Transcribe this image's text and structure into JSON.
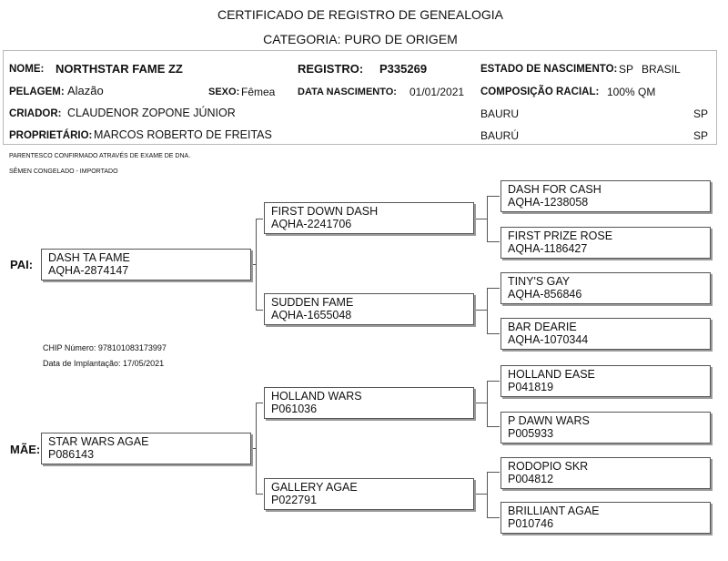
{
  "header": {
    "title": "CERTIFICADO DE REGISTRO DE GENEALOGIA",
    "category": "CATEGORIA: PURO DE ORIGEM"
  },
  "info": {
    "nome_label": "NOME:",
    "nome": "NORTHSTAR FAME ZZ",
    "registro_label": "REGISTRO:",
    "registro": "P335269",
    "estado_label": "ESTADO DE NASCIMENTO:",
    "estado": "SP",
    "pais": "BRASIL",
    "pelagem_label": "PELAGEM:",
    "pelagem": "Alazão",
    "sexo_label": "SEXO:",
    "sexo": "Fêmea",
    "nascimento_label": "DATA NASCIMENTO:",
    "nascimento": "01/01/2021",
    "composicao_label": "COMPOSIÇÃO RACIAL:",
    "composicao": "100% QM",
    "criador_label": "CRIADOR:",
    "criador": "CLAUDENOR ZOPONE JÚNIOR",
    "criador_cidade": "BAURU",
    "criador_uf": "SP",
    "proprietario_label": "PROPRIETÁRIO:",
    "proprietario": "MARCOS ROBERTO DE FREITAS",
    "proprietario_cidade": "BAURÚ",
    "proprietario_uf": "SP"
  },
  "notes": {
    "line1": "PARENTESCO CONFIRMADO ATRAVÉS DE EXAME DE DNA.",
    "line2": "SÊMEN CONGELADO - IMPORTADO"
  },
  "chip": {
    "numero": "CHIP Número: 978101083173997",
    "implantacao": "Data de Implantação: 17/05/2021"
  },
  "pedigree": {
    "pai_label": "PAI:",
    "mae_label": "MÃE:",
    "sire": {
      "name": "DASH TA FAME",
      "reg": "AQHA-2874147"
    },
    "sire_sire": {
      "name": "FIRST DOWN DASH",
      "reg": "AQHA-2241706"
    },
    "sire_dam": {
      "name": "SUDDEN FAME",
      "reg": "AQHA-1655048"
    },
    "sss": {
      "name": "DASH FOR CASH",
      "reg": "AQHA-1238058"
    },
    "ssd": {
      "name": "FIRST PRIZE ROSE",
      "reg": "AQHA-1186427"
    },
    "sds": {
      "name": "TINY'S GAY",
      "reg": "AQHA-856846"
    },
    "sdd": {
      "name": "BAR DEARIE",
      "reg": "AQHA-1070344"
    },
    "dam": {
      "name": "STAR WARS AGAE",
      "reg": "P086143"
    },
    "dam_sire": {
      "name": "HOLLAND WARS",
      "reg": "P061036"
    },
    "dam_dam": {
      "name": "GALLERY AGAE",
      "reg": "P022791"
    },
    "dss": {
      "name": "HOLLAND EASE",
      "reg": "P041819"
    },
    "dsd": {
      "name": "P DAWN WARS",
      "reg": "P005933"
    },
    "dds": {
      "name": "RODOPIO SKR",
      "reg": "P004812"
    },
    "ddd": {
      "name": "BRILLIANT AGAE",
      "reg": "P010746"
    }
  }
}
